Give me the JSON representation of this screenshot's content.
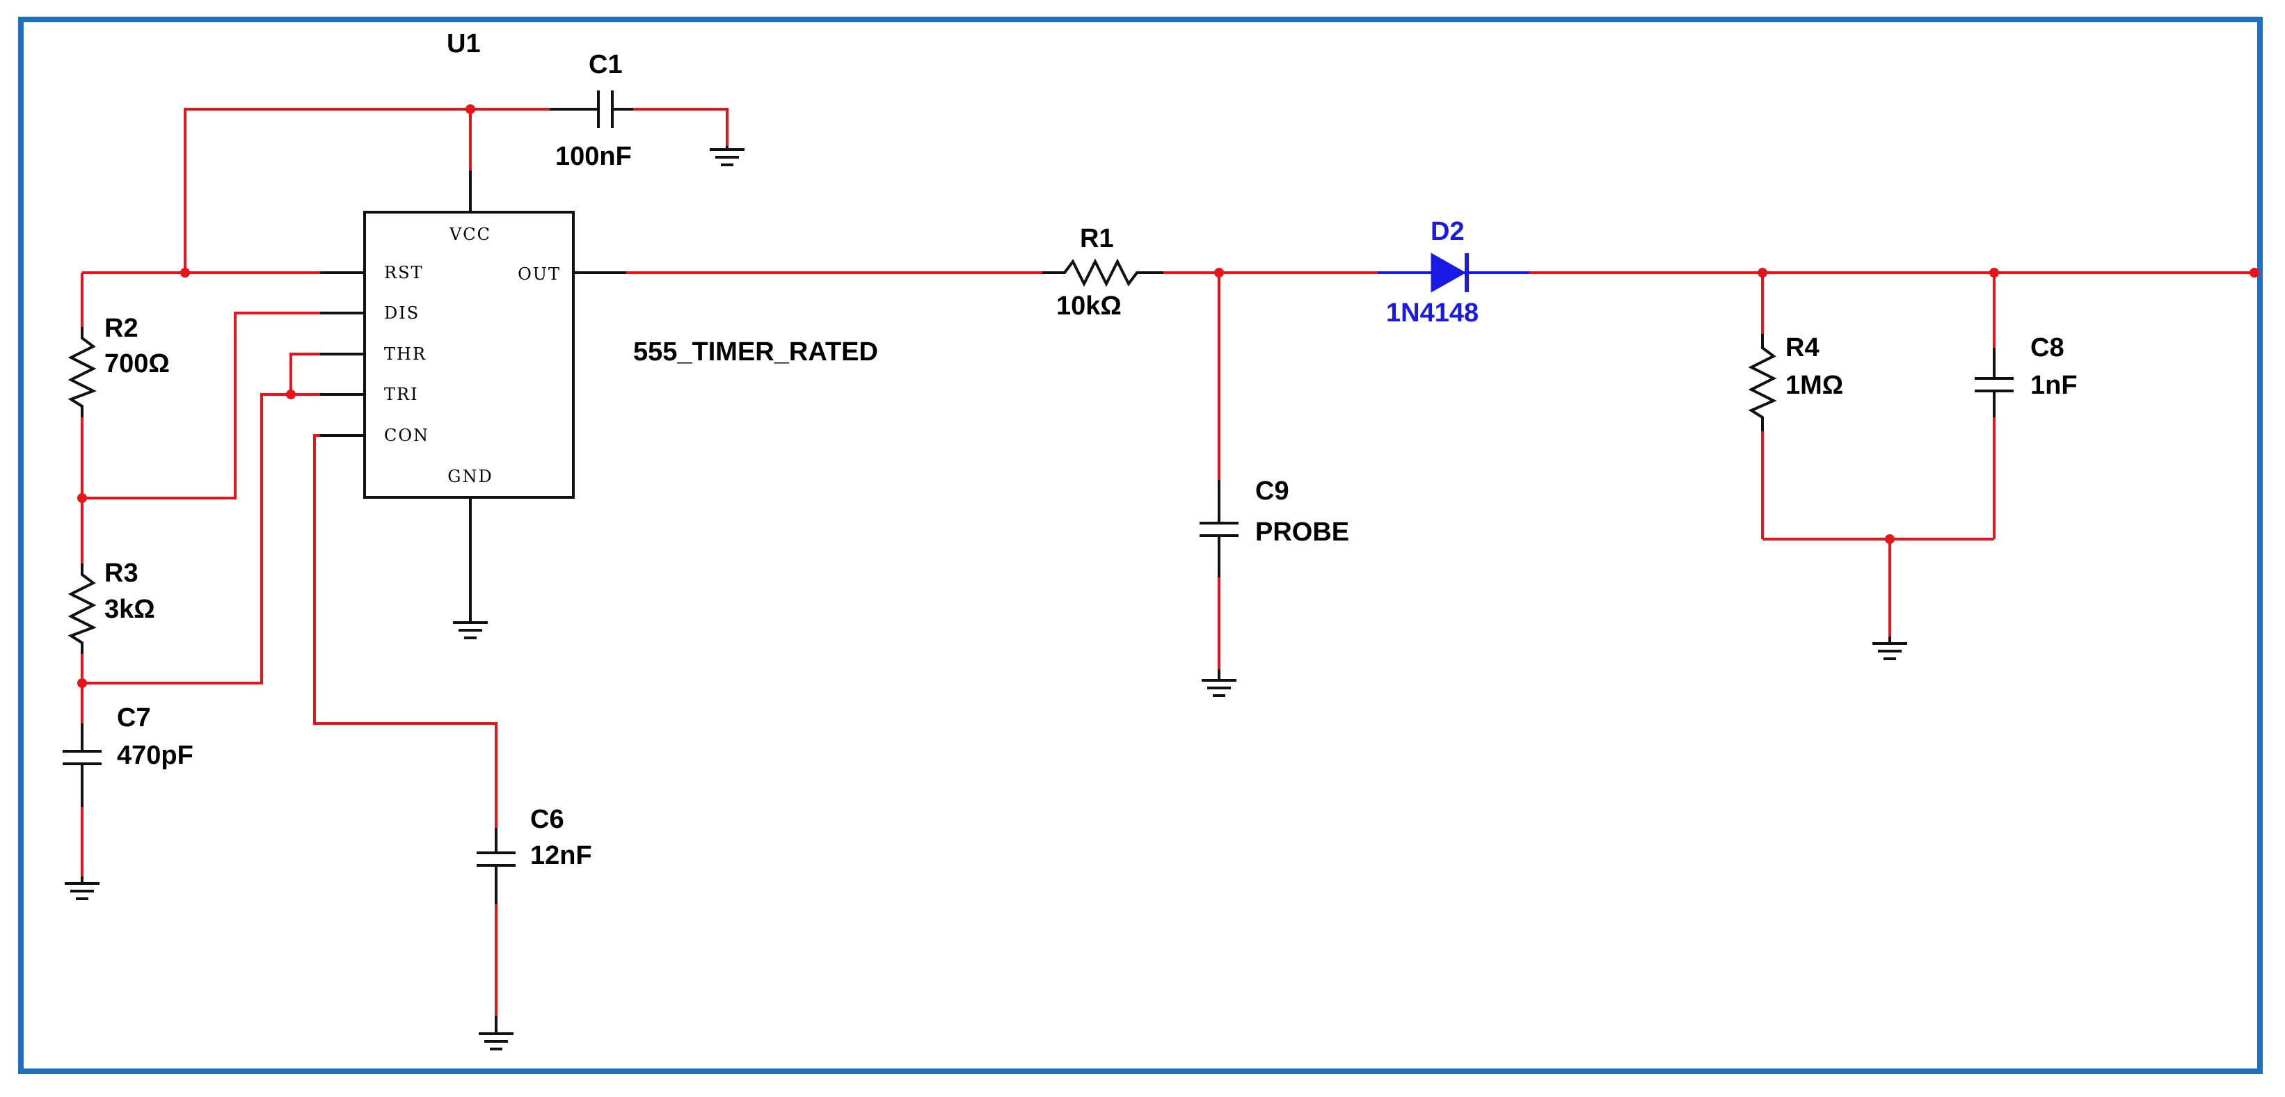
{
  "colors": {
    "border": "#1f6fbf",
    "wire": "#e8141b",
    "symbol": "#111111",
    "diode": "#1a1ae6"
  },
  "components": {
    "u1": {
      "ref": "U1",
      "model": "555_TIMER_RATED",
      "pins": {
        "vcc": "VCC",
        "rst": "RST",
        "dis": "DIS",
        "thr": "THR",
        "tri": "TRI",
        "con": "CON",
        "gnd": "GND",
        "out": "OUT"
      }
    },
    "c1": {
      "ref": "C1",
      "value": "100nF"
    },
    "r1": {
      "ref": "R1",
      "value": "10kΩ"
    },
    "d2": {
      "ref": "D2",
      "value": "1N4148"
    },
    "r2": {
      "ref": "R2",
      "value": "700Ω"
    },
    "r3": {
      "ref": "R3",
      "value": "3kΩ"
    },
    "c7": {
      "ref": "C7",
      "value": "470pF"
    },
    "c6": {
      "ref": "C6",
      "value": "12nF"
    },
    "c9": {
      "ref": "C9",
      "value": "PROBE"
    },
    "r4": {
      "ref": "R4",
      "value": "1MΩ"
    },
    "c8": {
      "ref": "C8",
      "value": "1nF"
    }
  }
}
